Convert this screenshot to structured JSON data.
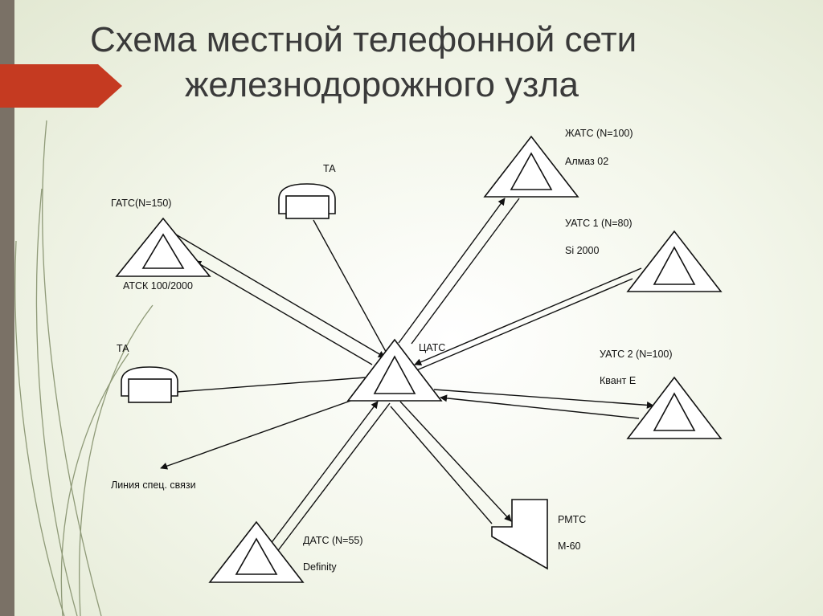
{
  "slide": {
    "title_line1": "Схема местной телефонной сети",
    "title_line2": "железнодорожного узла"
  },
  "colors": {
    "left_bar": "#7a7166",
    "accent": "#c53a21",
    "ink": "#111111",
    "title": "#3a3a3a"
  },
  "nodes": {
    "center": {
      "name": "ЦАТС"
    },
    "zhats": {
      "name": "ЖАТС (N=100)",
      "model": "Алмаз 02"
    },
    "uats1": {
      "name": "УАТС 1 (N=80)",
      "model": "Si 2000"
    },
    "uats2": {
      "name": "УАТС 2 (N=100)",
      "model": "Квант Е"
    },
    "gats": {
      "name": "ГАТС(N=150)",
      "model": "АТСК 100/2000"
    },
    "dats": {
      "name": "ДАТС  (N=55)",
      "model": "Definity"
    },
    "rmts": {
      "name": "РМТС",
      "model": "М-60"
    },
    "ta_top": {
      "name": "ТА"
    },
    "ta_left": {
      "name": "ТА"
    },
    "special_line": {
      "name": "Линия спец. связи"
    }
  }
}
